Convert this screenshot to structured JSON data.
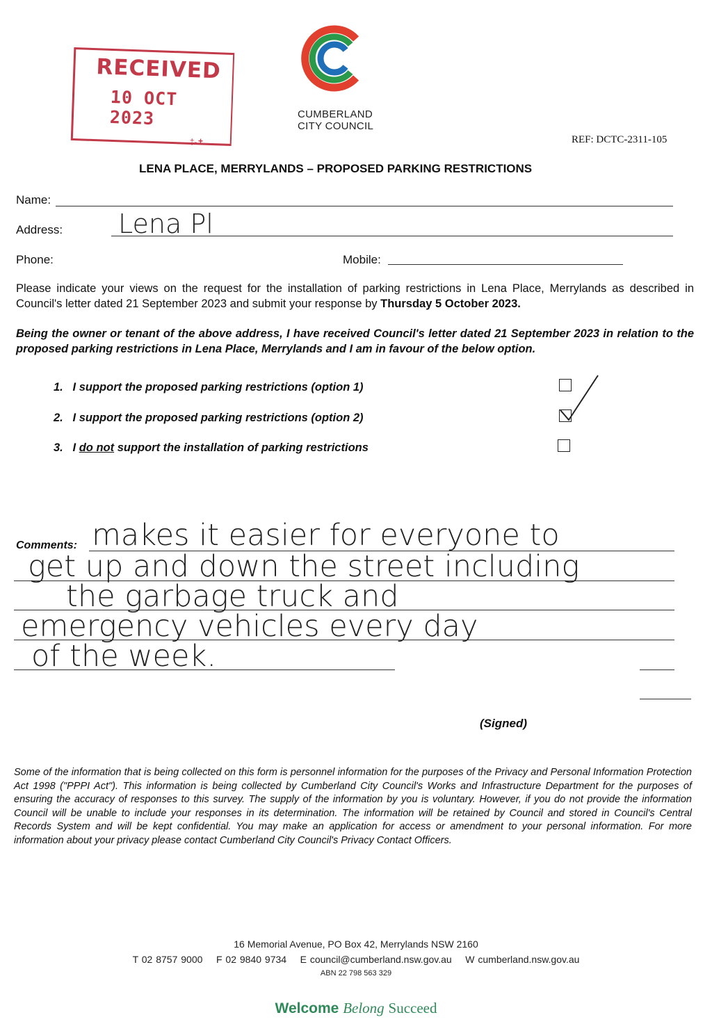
{
  "stamp": {
    "title": "RECEIVED",
    "date": "10 OCT 2023",
    "color": "#c23a4a"
  },
  "logo": {
    "line1": "CUMBERLAND",
    "line2": "CITY COUNCIL",
    "colors": [
      "#e2402f",
      "#2a9a4a",
      "#1f6fb8"
    ]
  },
  "ref": "REF: DCTC-2311-105",
  "heading": "LENA PLACE, MERRYLANDS – PROPOSED PARKING RESTRICTIONS",
  "fields": {
    "name_label": "Name:",
    "address_label": "Address:",
    "address_value": "Lena Pl",
    "phone_label": "Phone:",
    "mobile_label": "Mobile:"
  },
  "intro": {
    "text": "Please indicate your views on the request for the installation of parking restrictions in Lena Place, Merrylands as described in Council's letter dated 21 September 2023 and submit your response by ",
    "deadline": "Thursday 5 October 2023."
  },
  "statement": "Being the owner or tenant of the above address, I have received Council's letter dated 21 September 2023 in relation to the proposed parking restrictions in Lena Place, Merrylands and I am in favour of the below option.",
  "options": [
    {
      "num": "1.",
      "text": "I support the proposed parking restrictions (option 1)",
      "checked": false
    },
    {
      "num": "2.",
      "text": "I support the proposed parking restrictions (option 2)",
      "checked": true
    },
    {
      "num": "3.",
      "pre": "I ",
      "emph": "do not",
      "post": " support the installation of parking restrictions",
      "checked": false
    }
  ],
  "comments": {
    "label": "Comments:",
    "lines": [
      "makes it easier for everyone to",
      "get up and down the street including",
      "the garbage truck and",
      "emergency vehicles every day",
      "of the week."
    ]
  },
  "signed_label": "(Signed)",
  "privacy": "Some of the information that is being collected on this form is personnel information for the purposes of the Privacy and Personal Information Protection Act 1998 (\"PPPI Act\"). This information is being collected by Cumberland City Council's Works and Infrastructure Department for the purposes of ensuring the accuracy of responses to this survey. The supply of the information by you is voluntary. However, if you do not provide the information Council will be unable to include your responses in its determination. The information will be retained by Council and stored in Council's Central Records System and will be kept confidential. You may make an application for access or amendment to your personal information. For more information about your privacy please contact Cumberland City Council's Privacy Contact Officers.",
  "footer": {
    "address": "16 Memorial Avenue, PO Box 42, Merrylands NSW 2160",
    "phone": "T 02 8757 9000",
    "fax": "F 02 9840 9734",
    "email": "E council@cumberland.nsw.gov.au",
    "web": "W cumberland.nsw.gov.au",
    "abn": "ABN 22 798 563 329"
  },
  "tagline": {
    "welcome": "Welcome",
    "belong": "Belong",
    "succeed": "Succeed",
    "color": "#2f8a5a"
  }
}
